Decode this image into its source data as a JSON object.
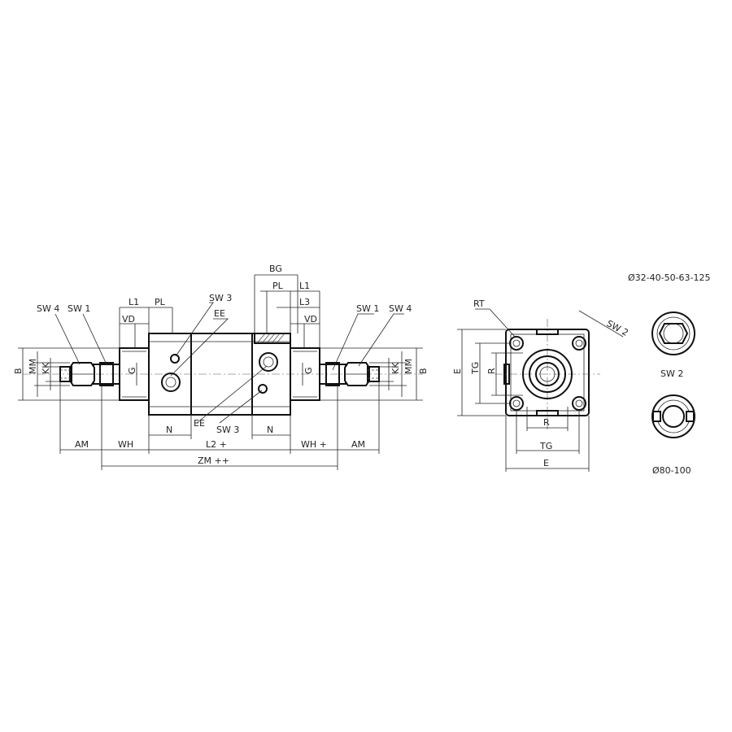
{
  "side_view_labels": {
    "sw4_left": "SW 4",
    "sw1_left": "SW 1",
    "l1_left": "L1",
    "pl_left": "PL",
    "vd_left": "VD",
    "sw3_top": "SW 3",
    "ee_top": "EE",
    "bg": "BG",
    "pl_right": "PL",
    "l1_right": "L1",
    "l3": "L3",
    "vd_right": "VD",
    "sw1_right": "SW 1",
    "sw4_right": "SW 4",
    "b_left": "B",
    "mm_left": "MM",
    "kk_left": "KK",
    "g_left": "G",
    "g_right": "G",
    "kk_right": "KK",
    "mm_right": "MM",
    "b_right": "B",
    "n_left": "N",
    "ee_bottom": "EE",
    "sw3_bottom": "SW 3",
    "n_right": "N",
    "am_left": "AM",
    "wh_left": "WH",
    "l2": "L2  +",
    "wh_right": "WH  +",
    "am_right": "AM",
    "zm": "ZM  ++"
  },
  "end_view_labels": {
    "rt": "RT",
    "sw2": "SW 2",
    "e_vertical": "E",
    "tg_vertical": "TG",
    "r_vertical": "R",
    "r_horizontal": "R",
    "tg_horizontal": "TG",
    "e_horizontal": "E"
  },
  "detail_labels": {
    "diameter_small": "Ø32-40-50-63-125",
    "sw2": "SW 2",
    "diameter_large": "Ø80-100"
  }
}
